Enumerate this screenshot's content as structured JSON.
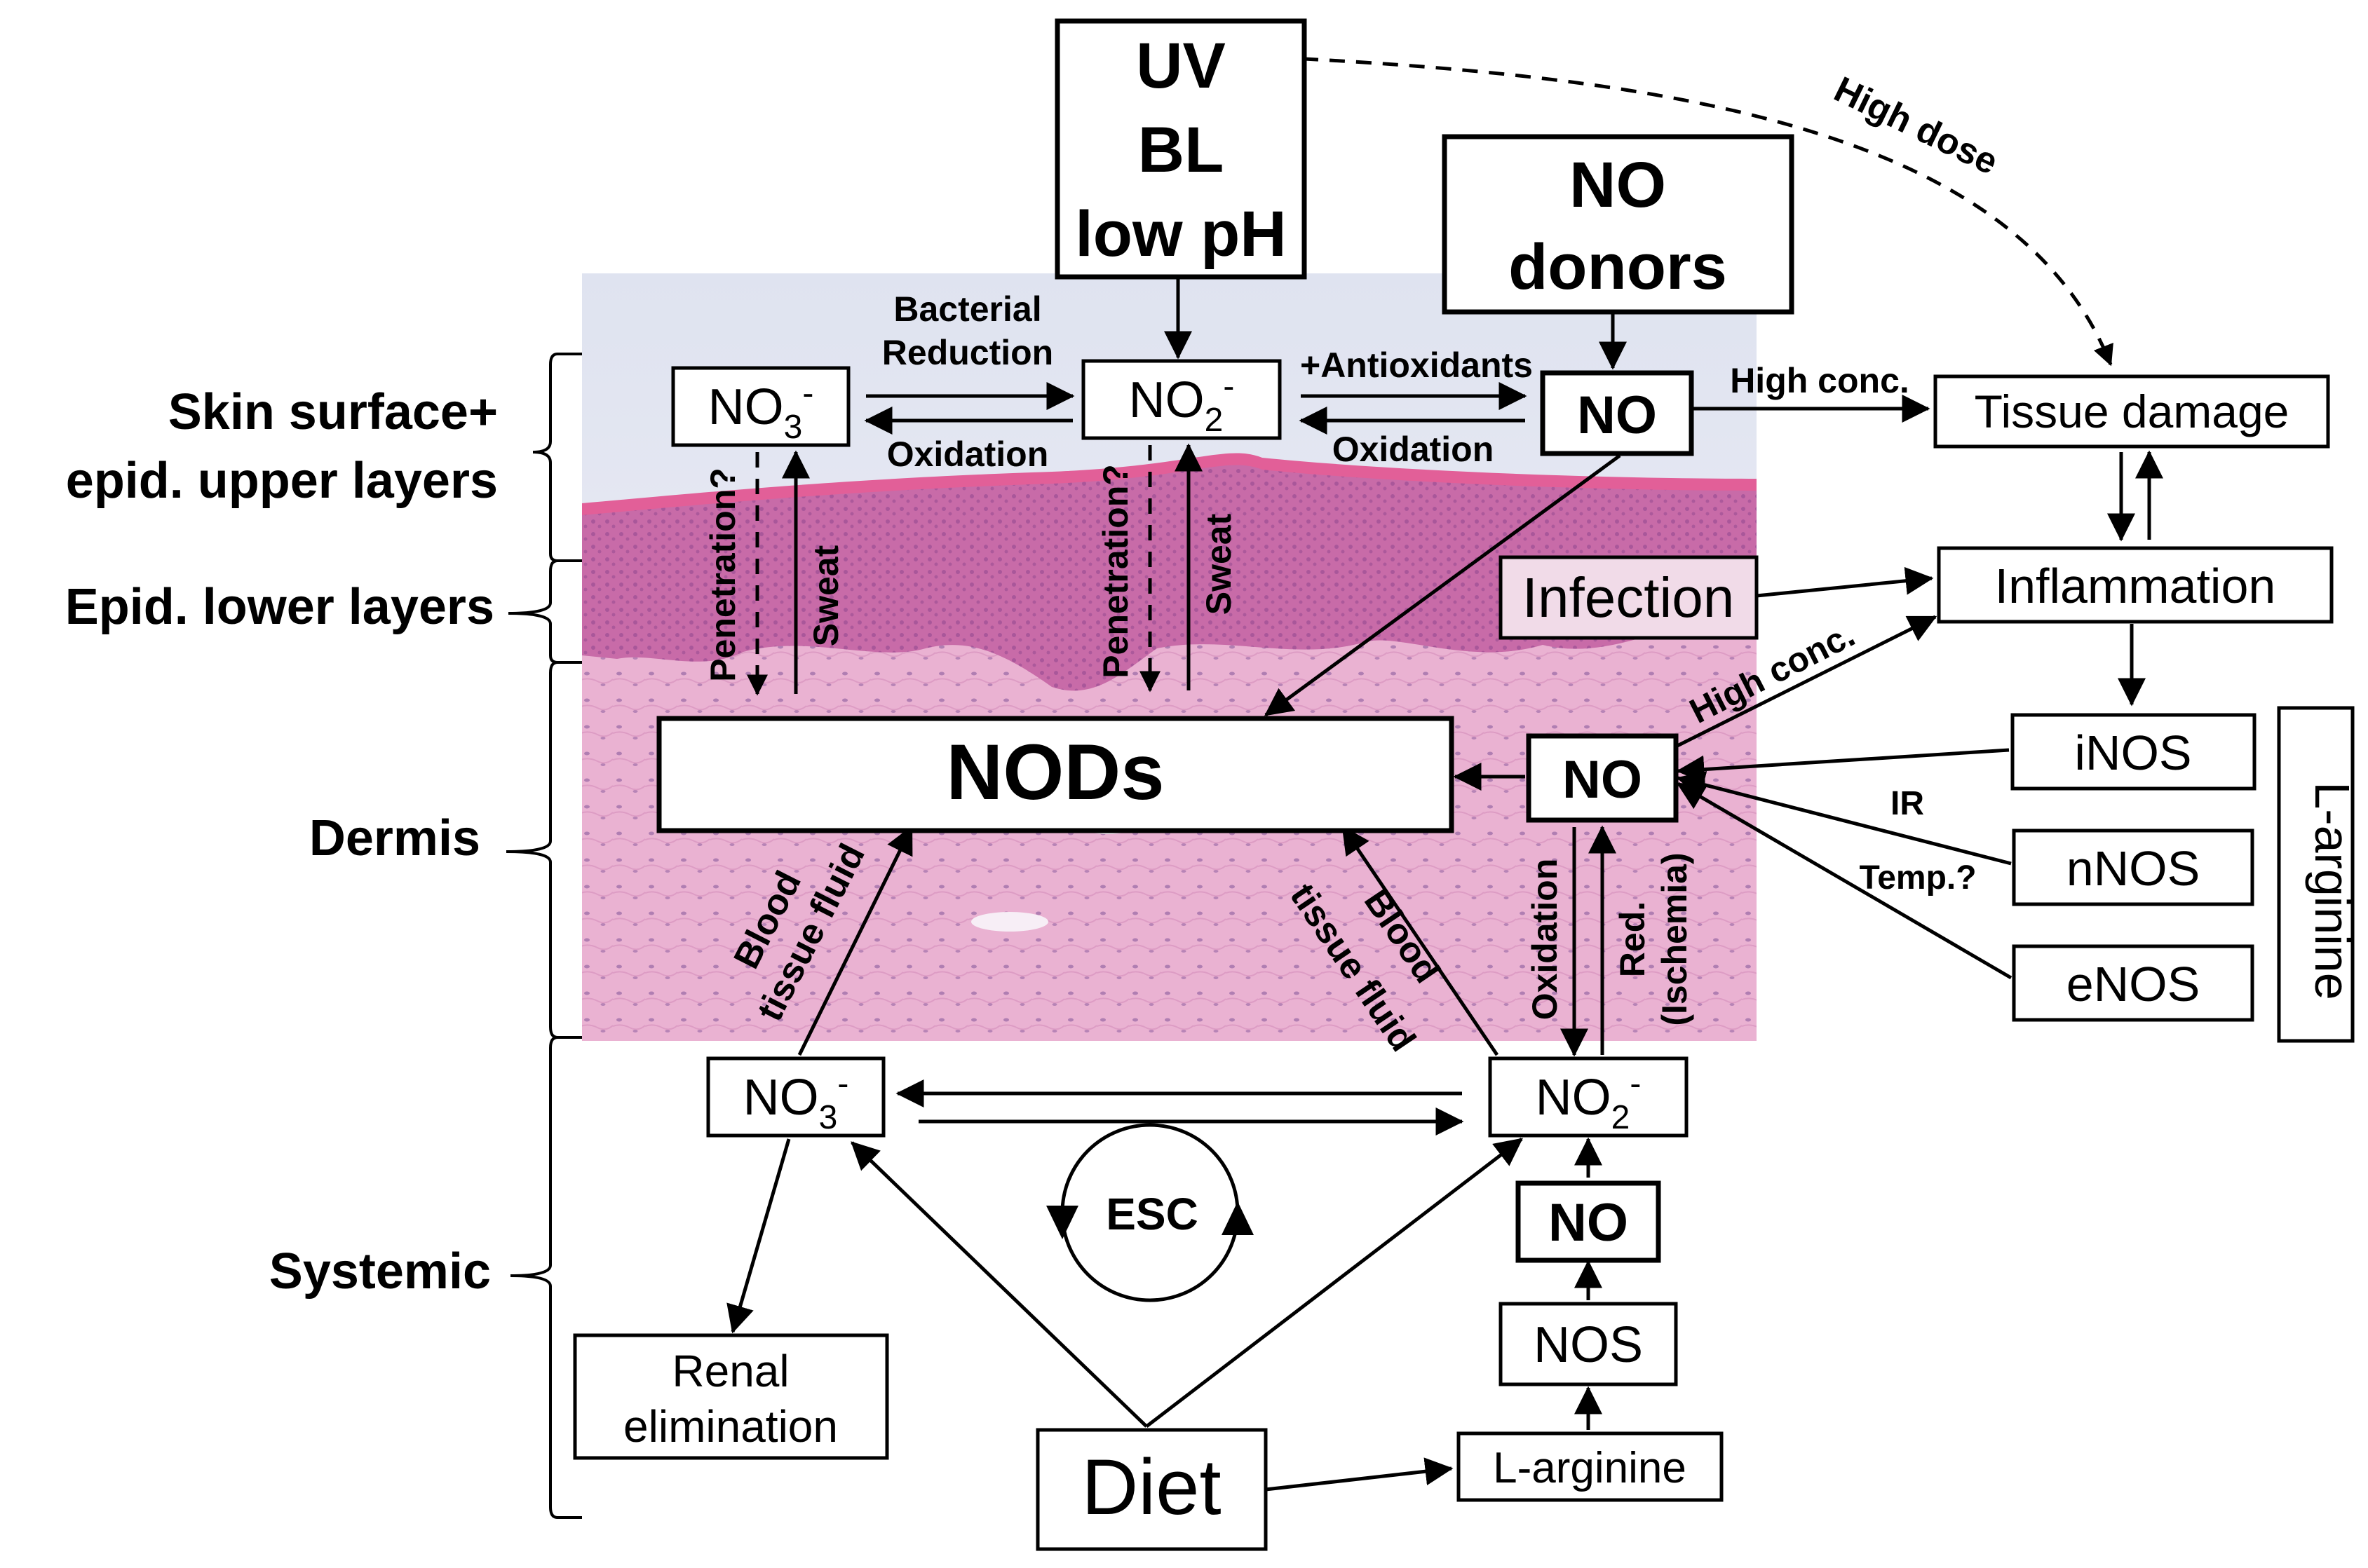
{
  "layers": {
    "skin_surface_line1": "Skin surface+",
    "skin_surface_line2": "epid. upper layers",
    "epid_lower": "Epid. lower layers",
    "dermis": "Dermis",
    "systemic": "Systemic"
  },
  "nodes": {
    "uv": [
      "UV",
      "BL",
      "low pH"
    ],
    "no_donors": [
      "NO",
      "donors"
    ],
    "no3_top": "NO",
    "no3_top_sub": "3",
    "no3_top_sup": "-",
    "no2_top": "NO",
    "no2_top_sub": "2",
    "no2_top_sup": "-",
    "no_top": "NO",
    "tissue_damage": "Tissue damage",
    "infection": "Infection",
    "inflammation": "Inflammation",
    "inos": "iNOS",
    "nnos": "nNOS",
    "enos": "eNOS",
    "l_arginine_side": "L-arginine",
    "nods": "NODs",
    "no_mid": "NO",
    "no3_bottom": "NO",
    "no3_bottom_sub": "3",
    "no3_bottom_sup": "-",
    "no2_bottom": "NO",
    "no2_bottom_sub": "2",
    "no2_bottom_sup": "-",
    "esc": "ESC",
    "no_low": "NO",
    "nos": "NOS",
    "l_arginine_bottom": "L-arginine",
    "renal": [
      "Renal",
      "elimination"
    ],
    "diet": "Diet"
  },
  "edge_labels": {
    "bacterial": [
      "Bacterial",
      "Reduction"
    ],
    "oxidation_1": "Oxidation",
    "antioxidants": "+Antioxidants",
    "oxidation_2": "Oxidation",
    "high_conc_1": "High conc.",
    "high_dose": "High dose",
    "penetration_1": "Penetration?",
    "sweat_1": "Sweat",
    "penetration_2": "Penetration?",
    "sweat_2": "Sweat",
    "high_conc_2": "High conc.",
    "ir": "IR",
    "temp": "Temp.?",
    "blood_1": [
      "Blood",
      "tissue fluid"
    ],
    "blood_2": [
      "Blood",
      "tissue fluid"
    ],
    "oxidation_3": "Oxidation",
    "red": [
      "Red.",
      "(Ischemia)"
    ]
  },
  "colors": {
    "dermis_tissue": "#eab2d2",
    "epidermis_tissue": "#c86ba8",
    "stratum_corneum": "#e25f98",
    "surface_background": "#e9ecf4"
  }
}
